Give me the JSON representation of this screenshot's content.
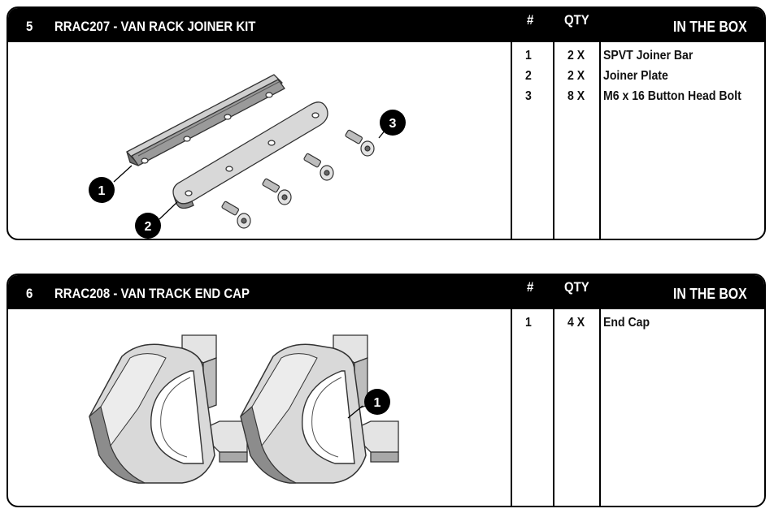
{
  "sections": [
    {
      "number": "5",
      "title": "RRAC207  - VAN RACK JOINER KIT",
      "header_hash": "#",
      "header_qty": "QTY",
      "header_box": "IN THE BOX",
      "items": [
        {
          "num": "1",
          "qty": "2 X",
          "desc": "SPVT Joiner Bar"
        },
        {
          "num": "2",
          "qty": "2 X",
          "desc": "Joiner Plate"
        },
        {
          "num": "3",
          "qty": "8 X",
          "desc": "M6 x 16 Button Head Bolt"
        }
      ],
      "callouts": [
        "1",
        "2",
        "3"
      ]
    },
    {
      "number": "6",
      "title": "RRAC208  - VAN TRACK END CAP",
      "header_hash": "#",
      "header_qty": "QTY",
      "header_box": "IN THE BOX",
      "items": [
        {
          "num": "1",
          "qty": "4 X",
          "desc": "End Cap"
        }
      ],
      "callouts": [
        "1"
      ]
    }
  ]
}
